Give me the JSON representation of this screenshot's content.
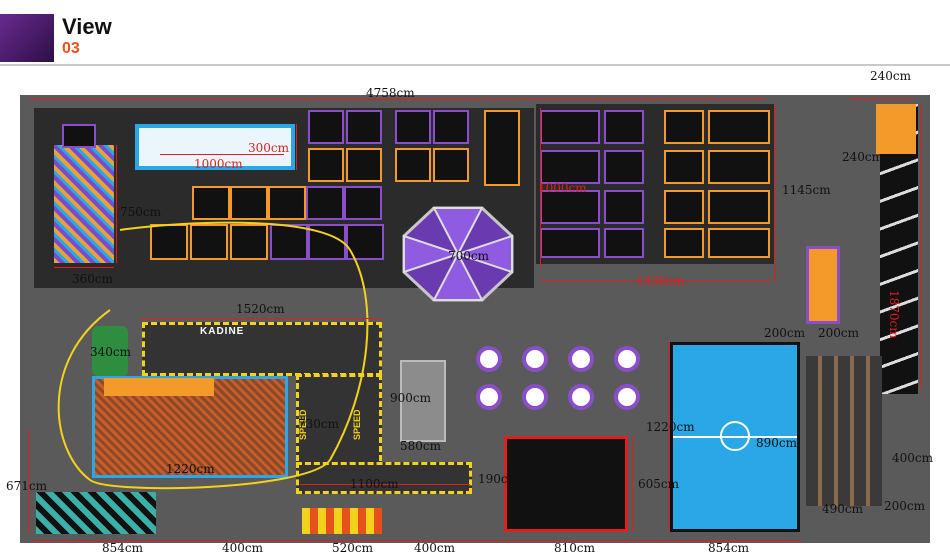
{
  "header": {
    "title": "View",
    "number": "03"
  },
  "labels": {
    "total_width": "4758cm",
    "right_width": "240cm",
    "pool_width": "1000cm",
    "pool_depth": "300cm",
    "foam_depth": "750cm",
    "foam_width": "360cm",
    "dodge_depth": "1000cm",
    "dodge_width": "1330cm",
    "right_depth_1145": "1145cm",
    "right_inner_240": "240cm",
    "right_strip_1870": "1870cm",
    "octagon": "700cm",
    "track_width": "1520cm",
    "ninja_340": "340cm",
    "track_730": "730cm",
    "play_1220": "1220cm",
    "wall_900": "900cm",
    "wall_580": "580cm",
    "track_1100": "1100cm",
    "lane_190": "190cm",
    "left_671": "671cm",
    "court_1220": "1220cm",
    "court_890": "890cm",
    "basket_605": "605cm",
    "ninja_200_a": "200cm",
    "ninja_200_b": "200cm",
    "ninja_400": "400cm",
    "ninja_490": "490cm",
    "ninja_200_c": "200cm",
    "bottom_854_a": "854cm",
    "bottom_400_a": "400cm",
    "bottom_520": "520cm",
    "bottom_400_b": "400cm",
    "bottom_810": "810cm",
    "bottom_854_b": "854cm",
    "kadine_sign": "KADINE",
    "speed_sign_a": "SPEED",
    "speed_sign_b": "SPEED"
  },
  "colors": {
    "dimension_red": "#e01e1e",
    "accent_orange": "#f39a2b",
    "accent_purple": "#8a4fc8",
    "court_blue": "#2aa7e6",
    "track_yellow": "#f2d21b"
  }
}
